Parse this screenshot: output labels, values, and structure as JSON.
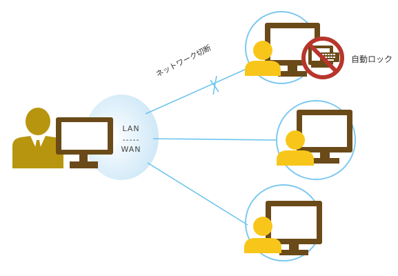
{
  "gateway": {
    "lan_label": "LAN",
    "separator_label": "-----",
    "wan_label": "WAN"
  },
  "connections": {
    "disconnect_label": "ネットワーク切断",
    "autolock_label": "自動ロック"
  },
  "colors": {
    "link_line": "#6cc4ee",
    "ring": "#7cc8f0",
    "monitor_dark": "#6a4a18",
    "admin_gold": "#b8950f",
    "user_yellow": "#f8c61a",
    "forbidden_red": "#b8352c",
    "gateway_glow": "#cfeaf9"
  },
  "icons": {
    "admin": "admin-person-icon",
    "admin_monitor": "monitor-icon",
    "user_monitor": "monitor-icon",
    "user": "user-person-icon",
    "block": "prohibited-icon",
    "keyboard": "keyboard-icon"
  }
}
